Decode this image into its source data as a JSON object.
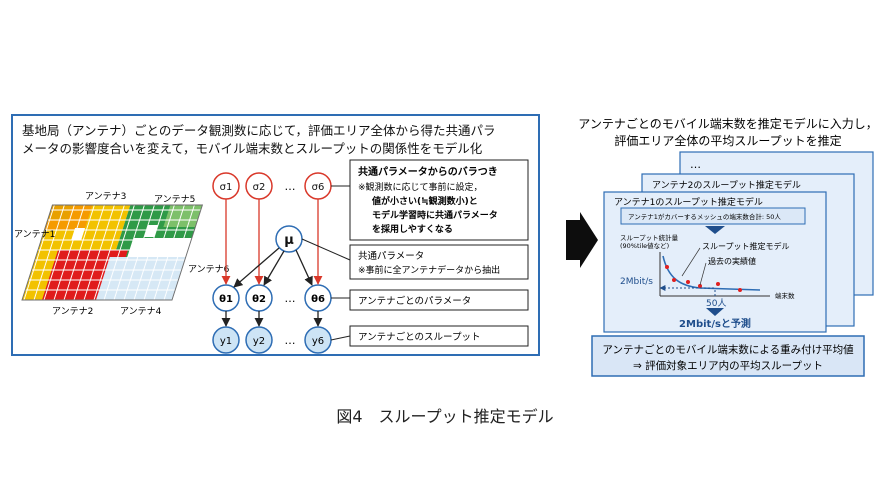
{
  "left_panel": {
    "description_line1": "基地局（アンテナ）ごとのデータ観測数に応じて，評価エリア全体から得た共通パラ",
    "description_line2": "メータの影響度合いを変えて，モバイル端末数とスループットの関係性をモデル化",
    "antenna_labels": {
      "a1": "アンテナ1",
      "a2": "アンテナ2",
      "a3": "アンテナ3",
      "a4": "アンテナ4",
      "a5": "アンテナ5",
      "a6": "アンテナ6"
    },
    "nodes": {
      "sigma1": "σ1",
      "sigma2": "σ2",
      "sigma6": "σ6",
      "mu": "μ",
      "theta1": "θ1",
      "theta2": "θ2",
      "theta6": "θ6",
      "y1": "y1",
      "y2": "y2",
      "y6": "y6",
      "ellipsis": "…"
    },
    "callout_variation": {
      "title": "共通パラメータからのバラつき",
      "line1": "※観測数に応じて事前に設定，",
      "line2": "値が小さい(≒観測数小)と",
      "line3": "モデル学習時に共通パラメータ",
      "line4": "を採用しやすくなる"
    },
    "callout_common": {
      "line1": "共通パラメータ",
      "line2": "※事前に全アンテナデータから抽出"
    },
    "callout_params": "アンテナごとのパラメータ",
    "callout_throughput": "アンテナごとのスループット"
  },
  "right_panel": {
    "title_line1": "アンテナごとのモバイル端末数を推定モデルに入力し，",
    "title_line2": "評価エリア全体の平均スループットを推定",
    "card_back_label": "…",
    "card_mid_title": "アンテナ2のスループット推定モデル",
    "card_front_title": "アンテナ1のスループット推定モデル",
    "input_box": "アンテナ1がカバーするメッシュの端末数合計: 50人",
    "y_axis_label_line1": "スループット統計量",
    "y_axis_label_line2": "(90%tile値など)",
    "x_axis_label": "端末数",
    "legend_model": "スループット推定モデル",
    "legend_actual": "過去の実績値",
    "value_2mbit": "2Mbit/s",
    "value_50": "50人",
    "prediction": "2Mbit/sと予測",
    "result_line1": "アンテナごとのモバイル端末数による重み付け平均値",
    "result_line2": "⇒ 評価対象エリア内の平均スループット"
  },
  "caption": "図4　スループット推定モデル",
  "colors": {
    "panel_border": "#2e6db4",
    "node_red": "#d9382a",
    "node_blue_fill": "#cde4f5",
    "node_blue_stroke": "#2e6db4",
    "arrow_red": "#d9382a",
    "card_fill": "#e4eefa",
    "card_border": "#2e6db4",
    "result_fill": "#d9e6f6",
    "plot_line": "#2e6db4",
    "actual_point": "#e02020",
    "big_arrow": "#0d0d0d"
  },
  "icons": {
    "big_arrow": "right-arrow-icon",
    "down_arrow": "down-arrow-icon"
  }
}
